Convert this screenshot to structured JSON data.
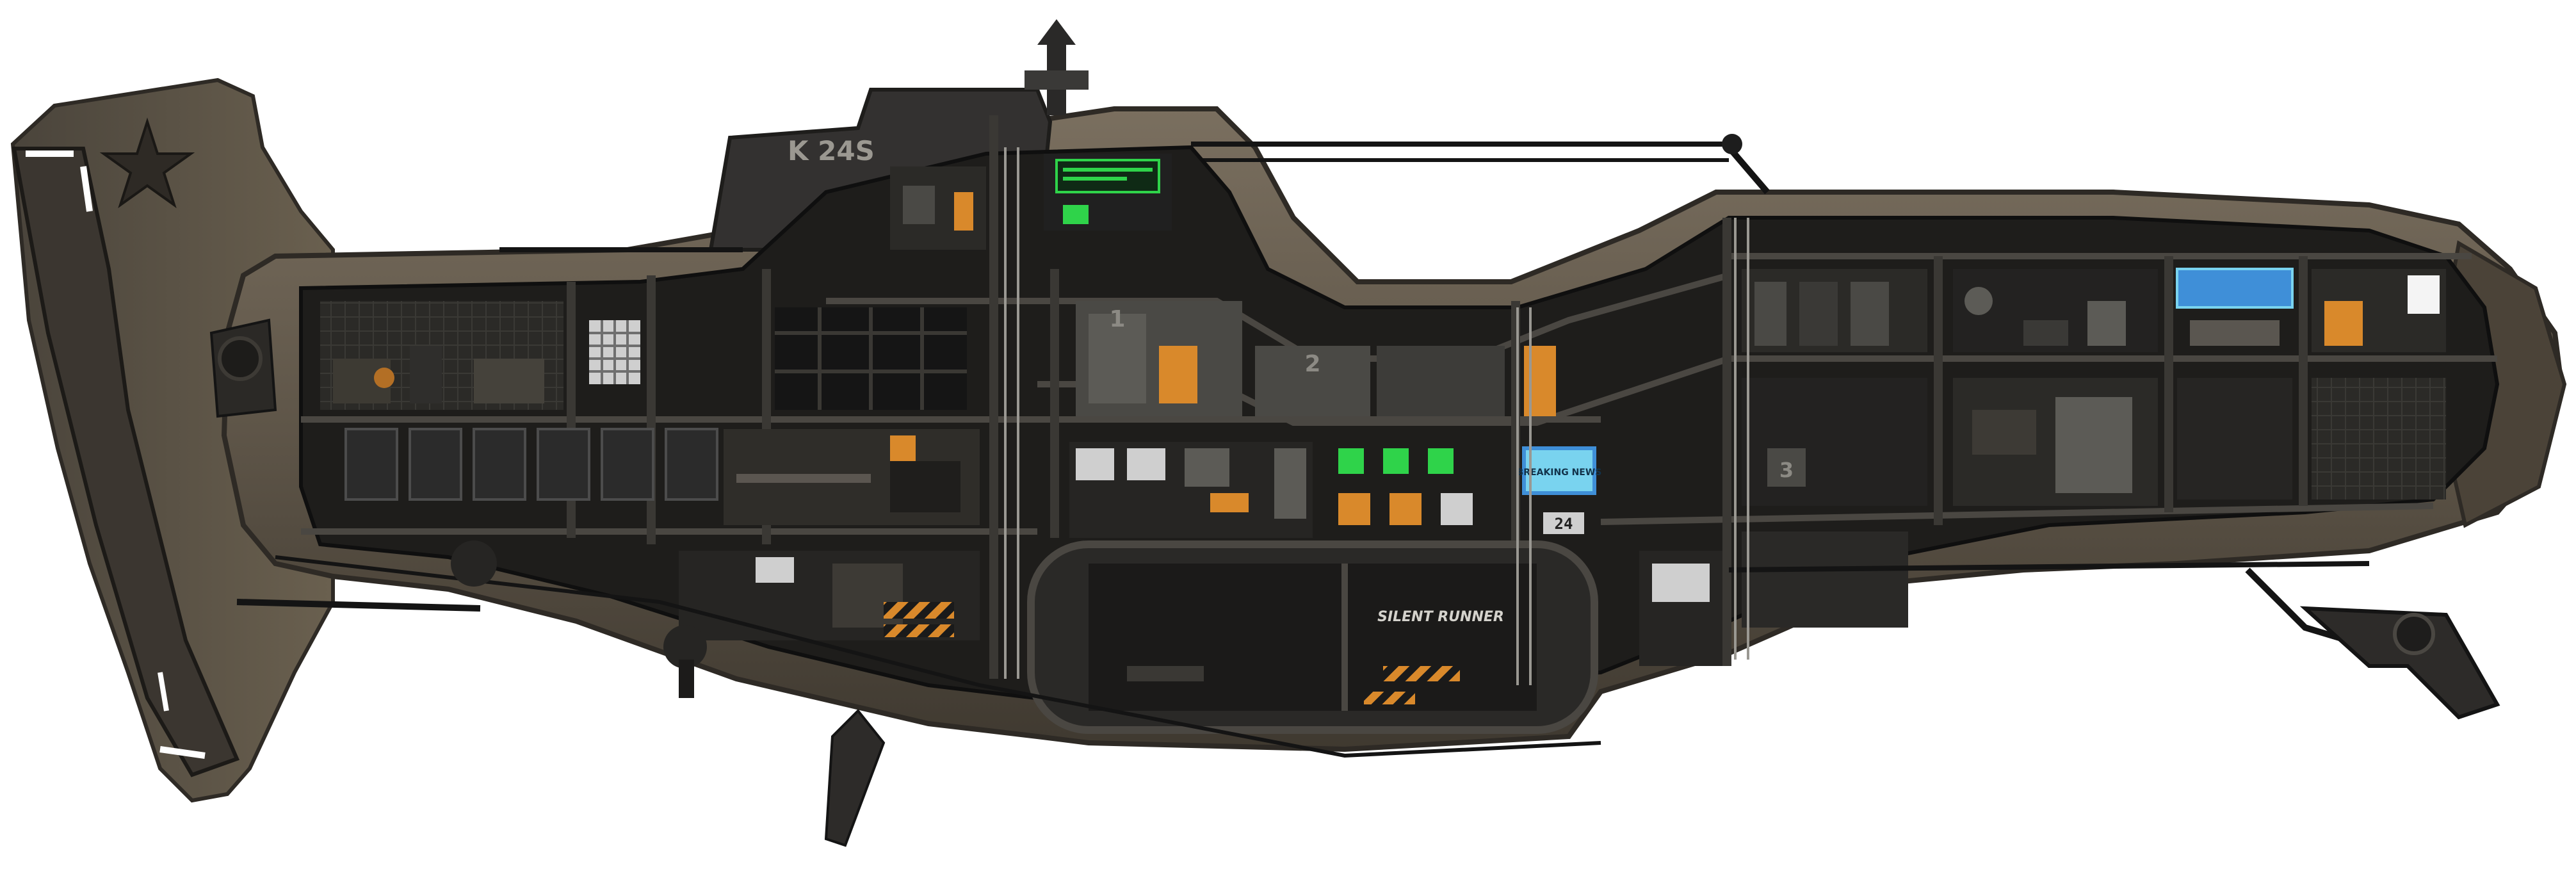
{
  "game": {
    "title": "",
    "submarine": {
      "hull_designation": "K 24S",
      "deck_numbers": [
        "1",
        "2",
        "3"
      ],
      "screen_label": "BREAKING NEWS",
      "wall_number": "24",
      "graffiti": "SILENT RUNNER",
      "emblem_icon": "red-star-icon"
    },
    "colors": {
      "hull": "#5e5548",
      "hull_light": "#7a6f5f",
      "hull_dark": "#2e2a25",
      "interior": "#1e1d1b",
      "room": "#2b2a27",
      "room_light": "#4a4945",
      "pipe": "#0f0f0f",
      "accent_green": "#2fd34a",
      "accent_orange": "#d9892b",
      "accent_red": "#c5332b",
      "screen_blue": "#3f8fd8",
      "screen_cyan": "#79d3ef"
    }
  }
}
